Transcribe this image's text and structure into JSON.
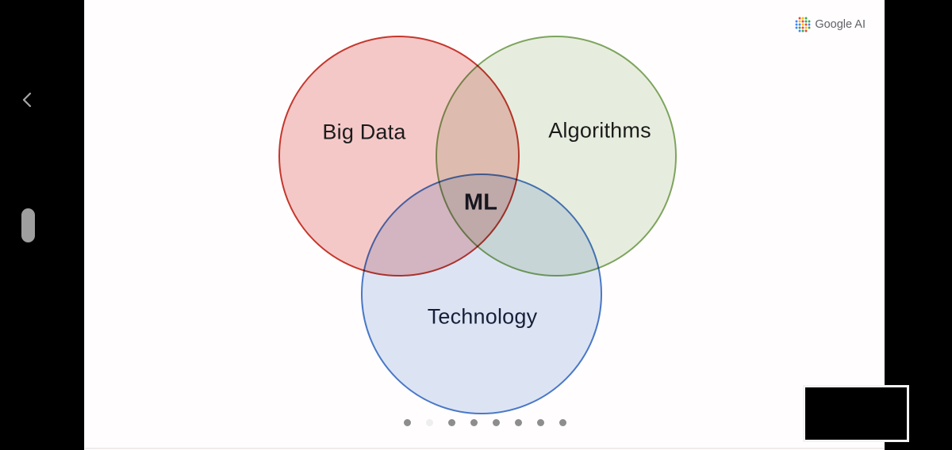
{
  "branding": {
    "label": "Google AI",
    "text_color": "#5f6368"
  },
  "icons": {
    "back": "chevron-left",
    "brand": "google-ai-dots"
  },
  "slide": {
    "background": "#fffdfd",
    "pagination": {
      "total": 8,
      "active_index": 1,
      "dot_color": "#8d8d8d",
      "active_dot_color": "#eeeeee"
    }
  },
  "diagram": {
    "type": "venn",
    "center_label": "ML",
    "sets": [
      {
        "label": "Big Data",
        "fill": "#f5caca",
        "stroke": "#c5372c"
      },
      {
        "label": "Algorithms",
        "fill": "#e7efe0",
        "stroke": "#7da55e"
      },
      {
        "label": "Technology",
        "fill": "#dce6f6",
        "stroke": "#4a79c9"
      }
    ],
    "meaning": "ML is the intersection of Big Data, Algorithms and Technology"
  }
}
